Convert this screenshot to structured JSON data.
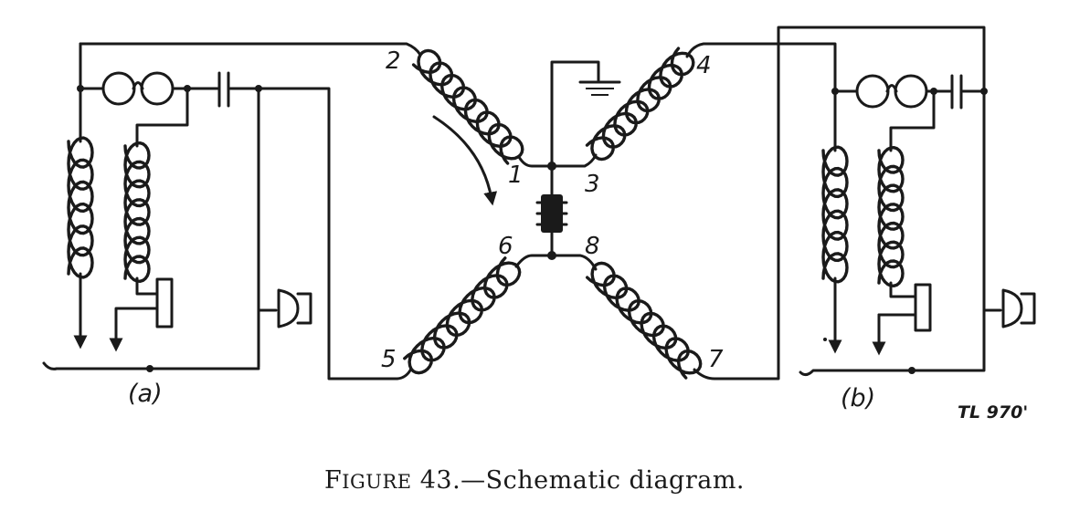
{
  "figure": {
    "terminals": {
      "t1": "1",
      "t2": "2",
      "t3": "3",
      "t4": "4",
      "t5": "5",
      "t6": "6",
      "t7": "7",
      "t8": "8"
    },
    "subfig_a": "(a)",
    "subfig_b": "(b)",
    "plate_tag": "TL 970'",
    "caption": {
      "initial": "F",
      "smallcaps": "IGURE",
      "rest": " 43.—Schematic diagram."
    }
  }
}
